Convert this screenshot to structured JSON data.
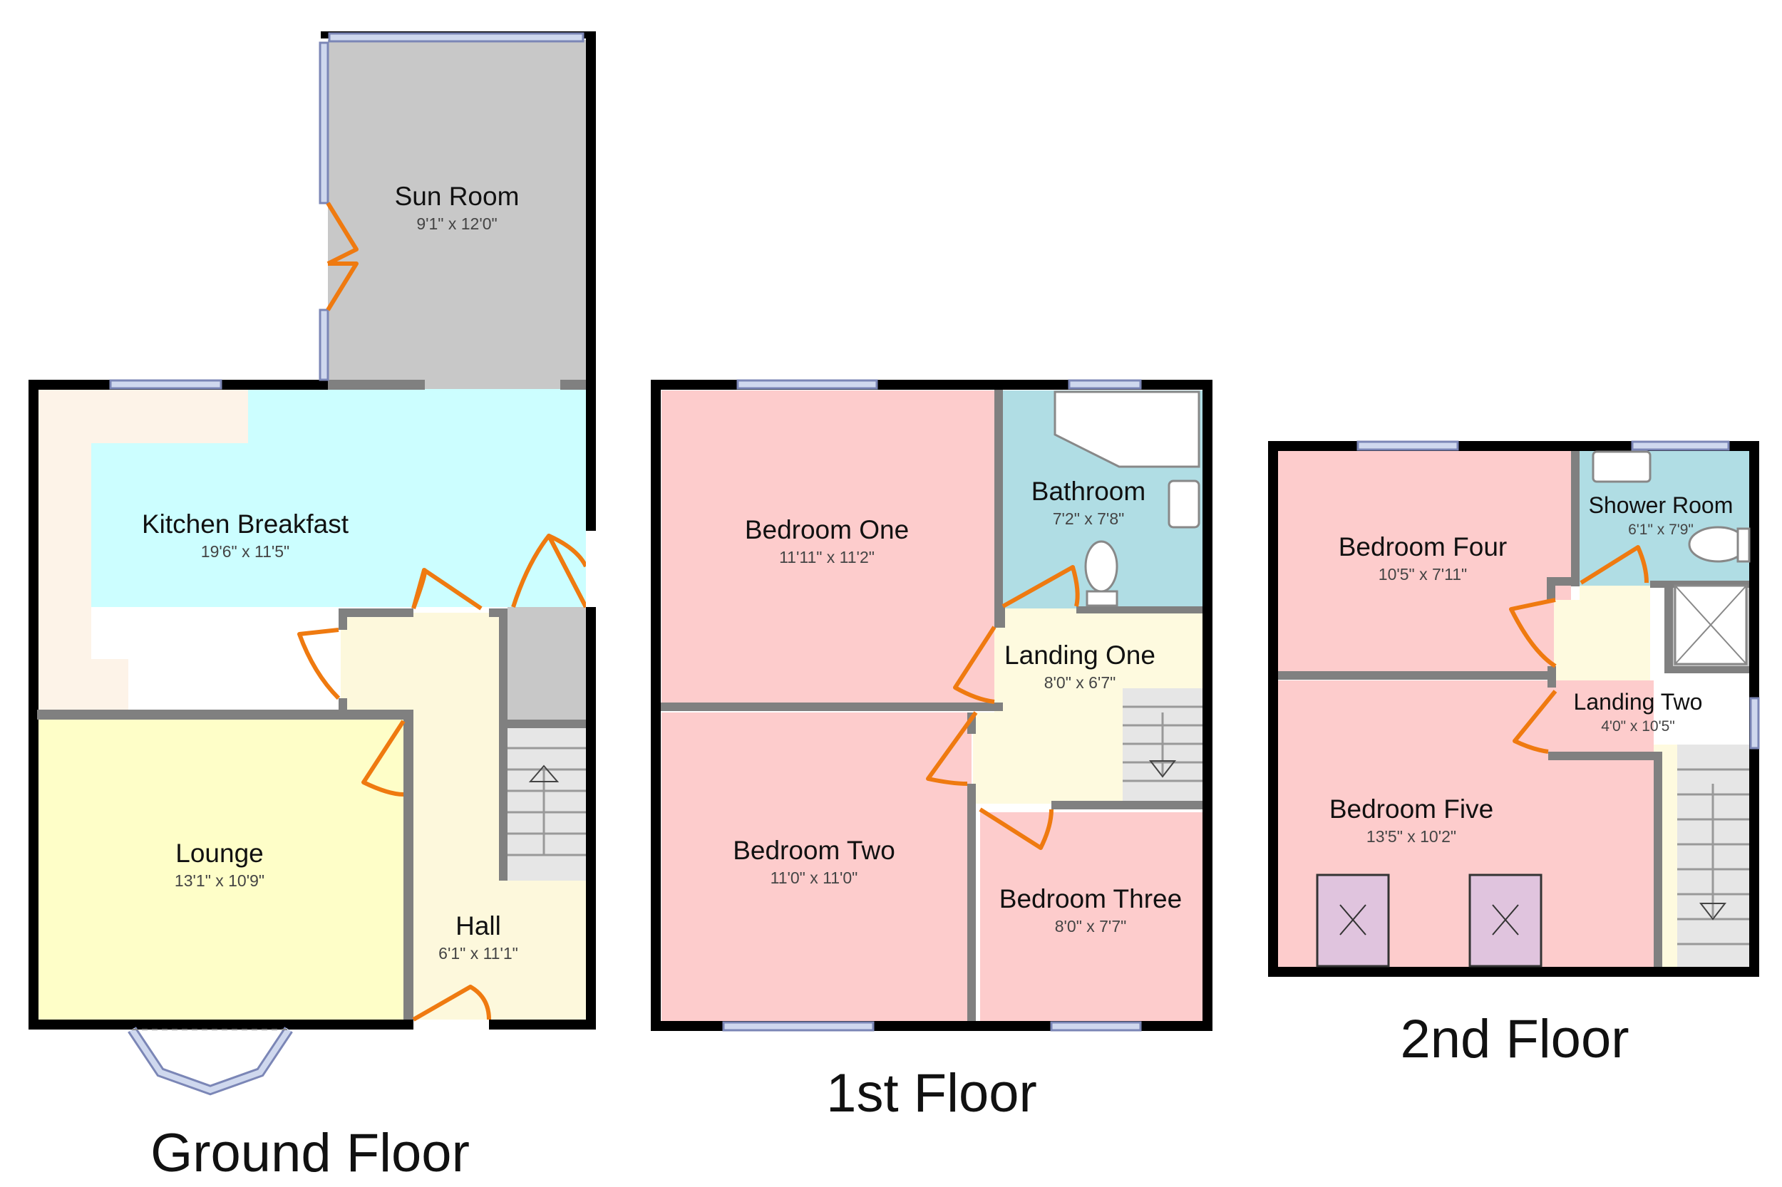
{
  "floors": {
    "ground": {
      "label": "Ground Floor",
      "rooms": {
        "sun_room": {
          "name": "Sun Room",
          "dims": "9'1\" x 12'0\""
        },
        "kitchen": {
          "name": "Kitchen Breakfast",
          "dims": "19'6\" x 11'5\""
        },
        "lounge": {
          "name": "Lounge",
          "dims": "13'1\" x 10'9\""
        },
        "hall": {
          "name": "Hall",
          "dims": "6'1\" x 11'1\""
        }
      }
    },
    "first": {
      "label": "1st Floor",
      "rooms": {
        "bedroom_one": {
          "name": "Bedroom One",
          "dims": "11'11\" x 11'2\""
        },
        "bathroom": {
          "name": "Bathroom",
          "dims": "7'2\" x 7'8\""
        },
        "landing_one": {
          "name": "Landing One",
          "dims": "8'0\" x 6'7\""
        },
        "bedroom_two": {
          "name": "Bedroom Two",
          "dims": "11'0\" x 11'0\""
        },
        "bedroom_three": {
          "name": "Bedroom Three",
          "dims": "8'0\" x 7'7\""
        }
      }
    },
    "second": {
      "label": "2nd Floor",
      "rooms": {
        "bedroom_four": {
          "name": "Bedroom Four",
          "dims": "10'5\" x 7'11\""
        },
        "shower_room": {
          "name": "Shower Room",
          "dims": "6'1\" x 7'9\""
        },
        "landing_two": {
          "name": "Landing Two",
          "dims": "4'0\" x 10'5\""
        },
        "bedroom_five": {
          "name": "Bedroom Five",
          "dims": "13'5\" x 10'2\""
        }
      }
    }
  },
  "colors": {
    "sun_room": "#c8c8c8",
    "kitchen": "#ccfeff",
    "lounge": "#fefec8",
    "hall": "#fdf8dc",
    "bedroom": "#fdcccc",
    "bathroom": "#b0dde4",
    "landing": "#fefadf",
    "stairs": "#e6e6e6",
    "worktop": "#fdf3e8",
    "skylight": "#e0c4de",
    "door": "#ef7a10",
    "window": "#cfd8ee"
  }
}
